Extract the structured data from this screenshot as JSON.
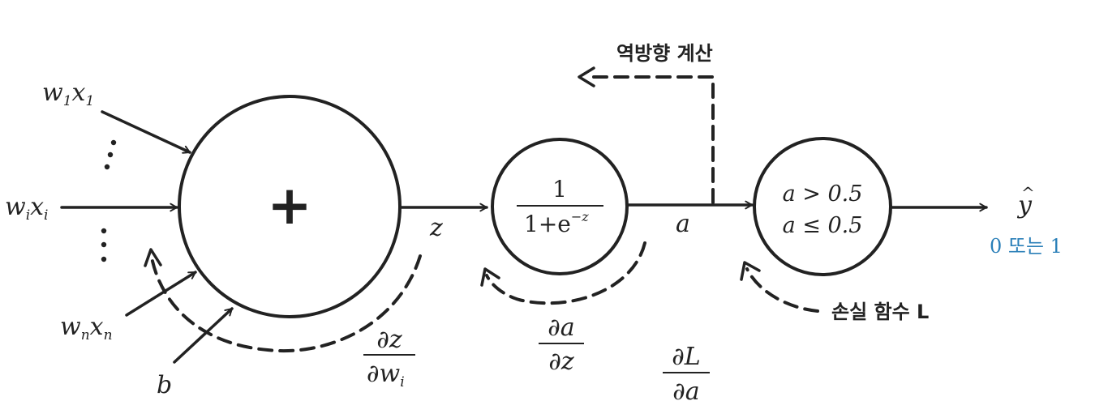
{
  "inputs": {
    "w1x1": {
      "w": "w",
      "w_sub": "1",
      "x": "x",
      "x_sub": "1"
    },
    "wixi": {
      "w": "w",
      "w_sub": "i",
      "x": "x",
      "x_sub": "i"
    },
    "wnxn": {
      "w": "w",
      "w_sub": "n",
      "x": "x",
      "x_sub": "n"
    },
    "bias": "b"
  },
  "sum_node": {
    "symbol": "+"
  },
  "sigmoid_node": {
    "numerator": "1",
    "denominator": "1+e",
    "exponent": "−z"
  },
  "threshold_node": {
    "line1": "a > 0.5",
    "line2": "a ≤ 0.5"
  },
  "labels": {
    "z": "z",
    "a": "a",
    "y_hat": "y",
    "y_hat_mark": "^",
    "output_values": "0 또는 1",
    "backprop": "역방향 계산",
    "loss": "손실 함수 L"
  },
  "derivatives": {
    "dz_dwi": {
      "num": "∂z",
      "den_main": "∂w",
      "den_sub": "i"
    },
    "da_dz": {
      "num": "∂a",
      "den": "∂z"
    },
    "dL_da": {
      "num": "∂L",
      "den": "∂a"
    }
  }
}
